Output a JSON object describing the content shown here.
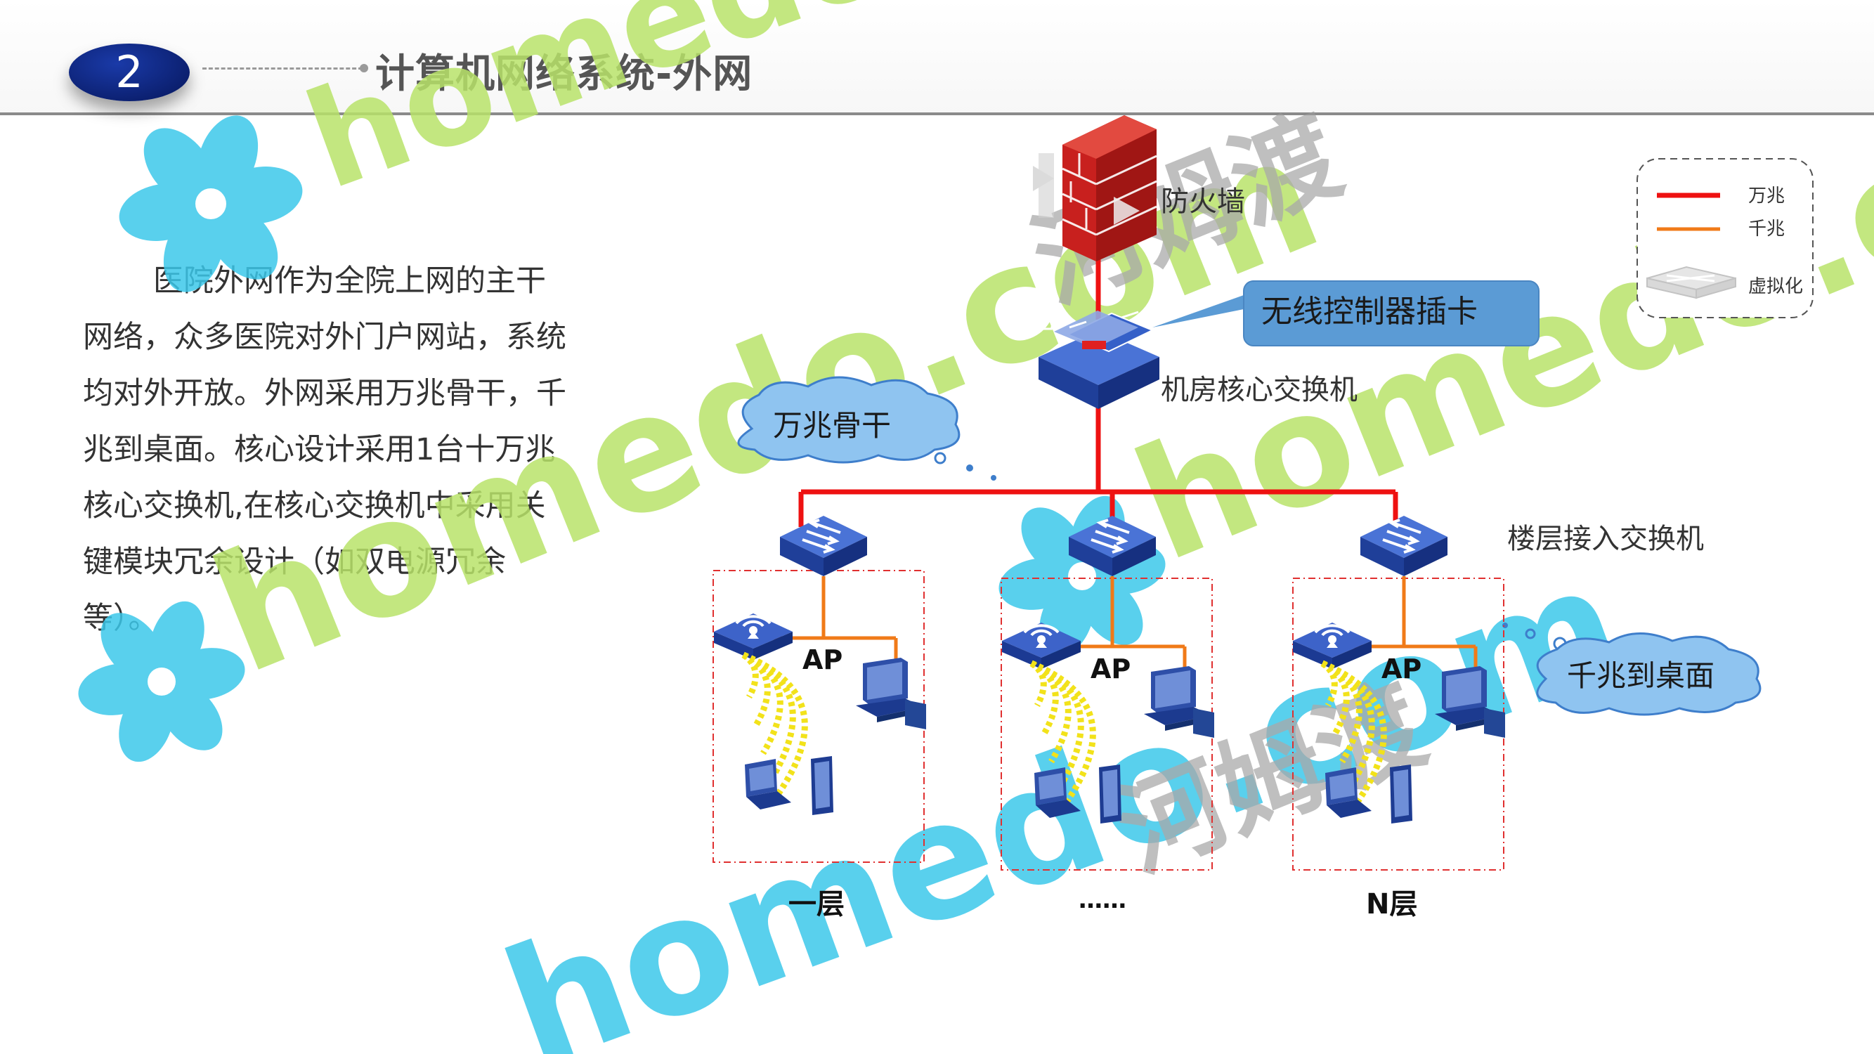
{
  "header": {
    "section_number": "2",
    "title": "计算机网络系统-外网"
  },
  "body_text": "医院外网作为全院上网的主干网络，众多医院对外门户网站，系统均对外开放。外网采用万兆骨干，千兆到桌面。核心设计采用1台十万兆核心交换机,在核心交换机中采用关键模块冗余设计（如双电源冗余等）。",
  "watermark": {
    "latin": "homedo.com",
    "cjk": "河姆渡"
  },
  "diagram": {
    "firewall_label": "防火墙",
    "wireless_controller_label": "无线控制器插卡",
    "core_switch_label": "机房核心交换机",
    "backbone_bubble": "万兆骨干",
    "floor_switch_label": "楼层接入交换机",
    "desktop_bubble": "千兆到桌面",
    "ap_label": "AP",
    "floors": [
      "一层",
      "……",
      "N层"
    ],
    "legend": {
      "items": [
        {
          "label": "万兆",
          "color": "#ee1111"
        },
        {
          "label": "千兆",
          "color": "#f07a18"
        },
        {
          "label": "虚拟化"
        }
      ]
    },
    "colors": {
      "backbone_link": "#ee1111",
      "access_link": "#f07a18",
      "switch_blue": "#2a4fb0",
      "callout_blue": "#5b9bd5",
      "floor_box": "#e03030"
    }
  }
}
